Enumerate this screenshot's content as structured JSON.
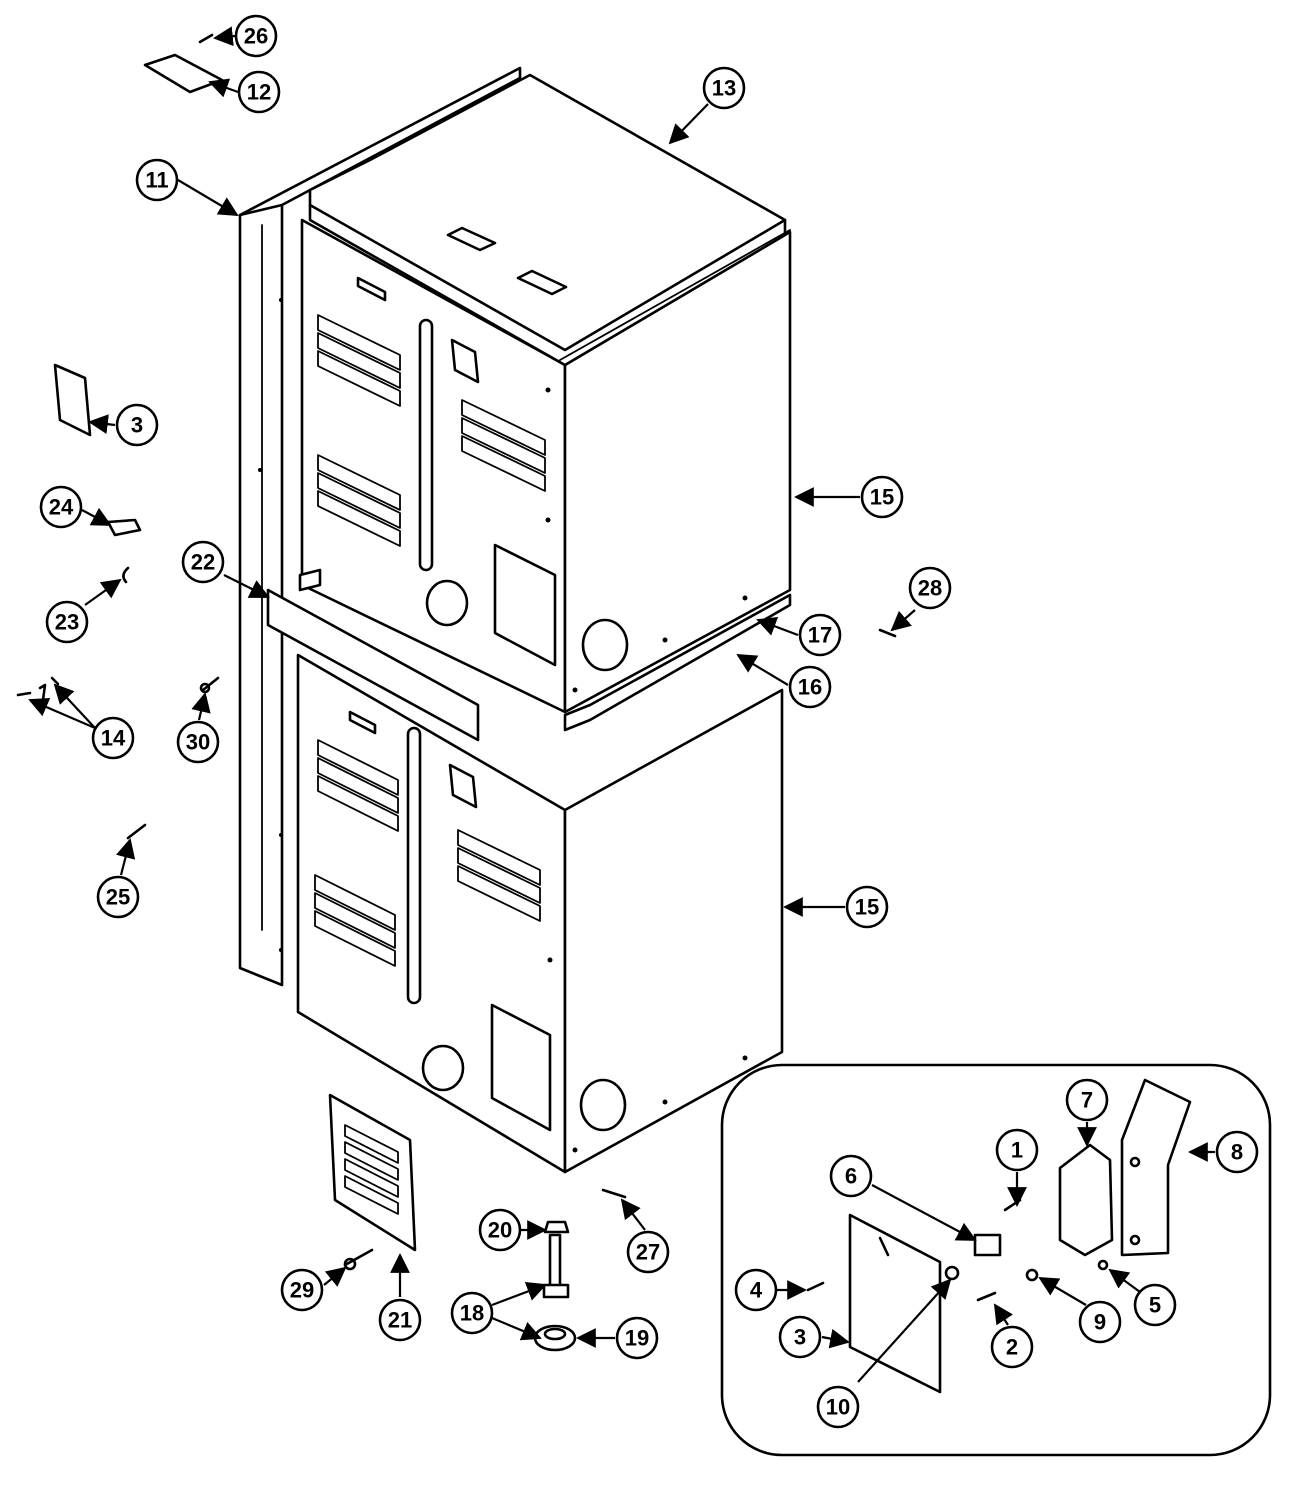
{
  "callouts": [
    {
      "id": "c1",
      "label": "1"
    },
    {
      "id": "c2",
      "label": "2"
    },
    {
      "id": "c3a",
      "label": "3"
    },
    {
      "id": "c3b",
      "label": "3"
    },
    {
      "id": "c4",
      "label": "4"
    },
    {
      "id": "c5",
      "label": "5"
    },
    {
      "id": "c6",
      "label": "6"
    },
    {
      "id": "c7",
      "label": "7"
    },
    {
      "id": "c8",
      "label": "8"
    },
    {
      "id": "c9",
      "label": "9"
    },
    {
      "id": "c10",
      "label": "10"
    },
    {
      "id": "c11",
      "label": "11"
    },
    {
      "id": "c12",
      "label": "12"
    },
    {
      "id": "c13",
      "label": "13"
    },
    {
      "id": "c14",
      "label": "14"
    },
    {
      "id": "c15a",
      "label": "15"
    },
    {
      "id": "c15b",
      "label": "15"
    },
    {
      "id": "c16",
      "label": "16"
    },
    {
      "id": "c17",
      "label": "17"
    },
    {
      "id": "c18",
      "label": "18"
    },
    {
      "id": "c19",
      "label": "19"
    },
    {
      "id": "c20",
      "label": "20"
    },
    {
      "id": "c21",
      "label": "21"
    },
    {
      "id": "c22",
      "label": "22"
    },
    {
      "id": "c23",
      "label": "23"
    },
    {
      "id": "c24",
      "label": "24"
    },
    {
      "id": "c25",
      "label": "25"
    },
    {
      "id": "c26",
      "label": "26"
    },
    {
      "id": "c27",
      "label": "27"
    },
    {
      "id": "c28",
      "label": "28"
    },
    {
      "id": "c29",
      "label": "29"
    },
    {
      "id": "c30",
      "label": "30"
    }
  ]
}
